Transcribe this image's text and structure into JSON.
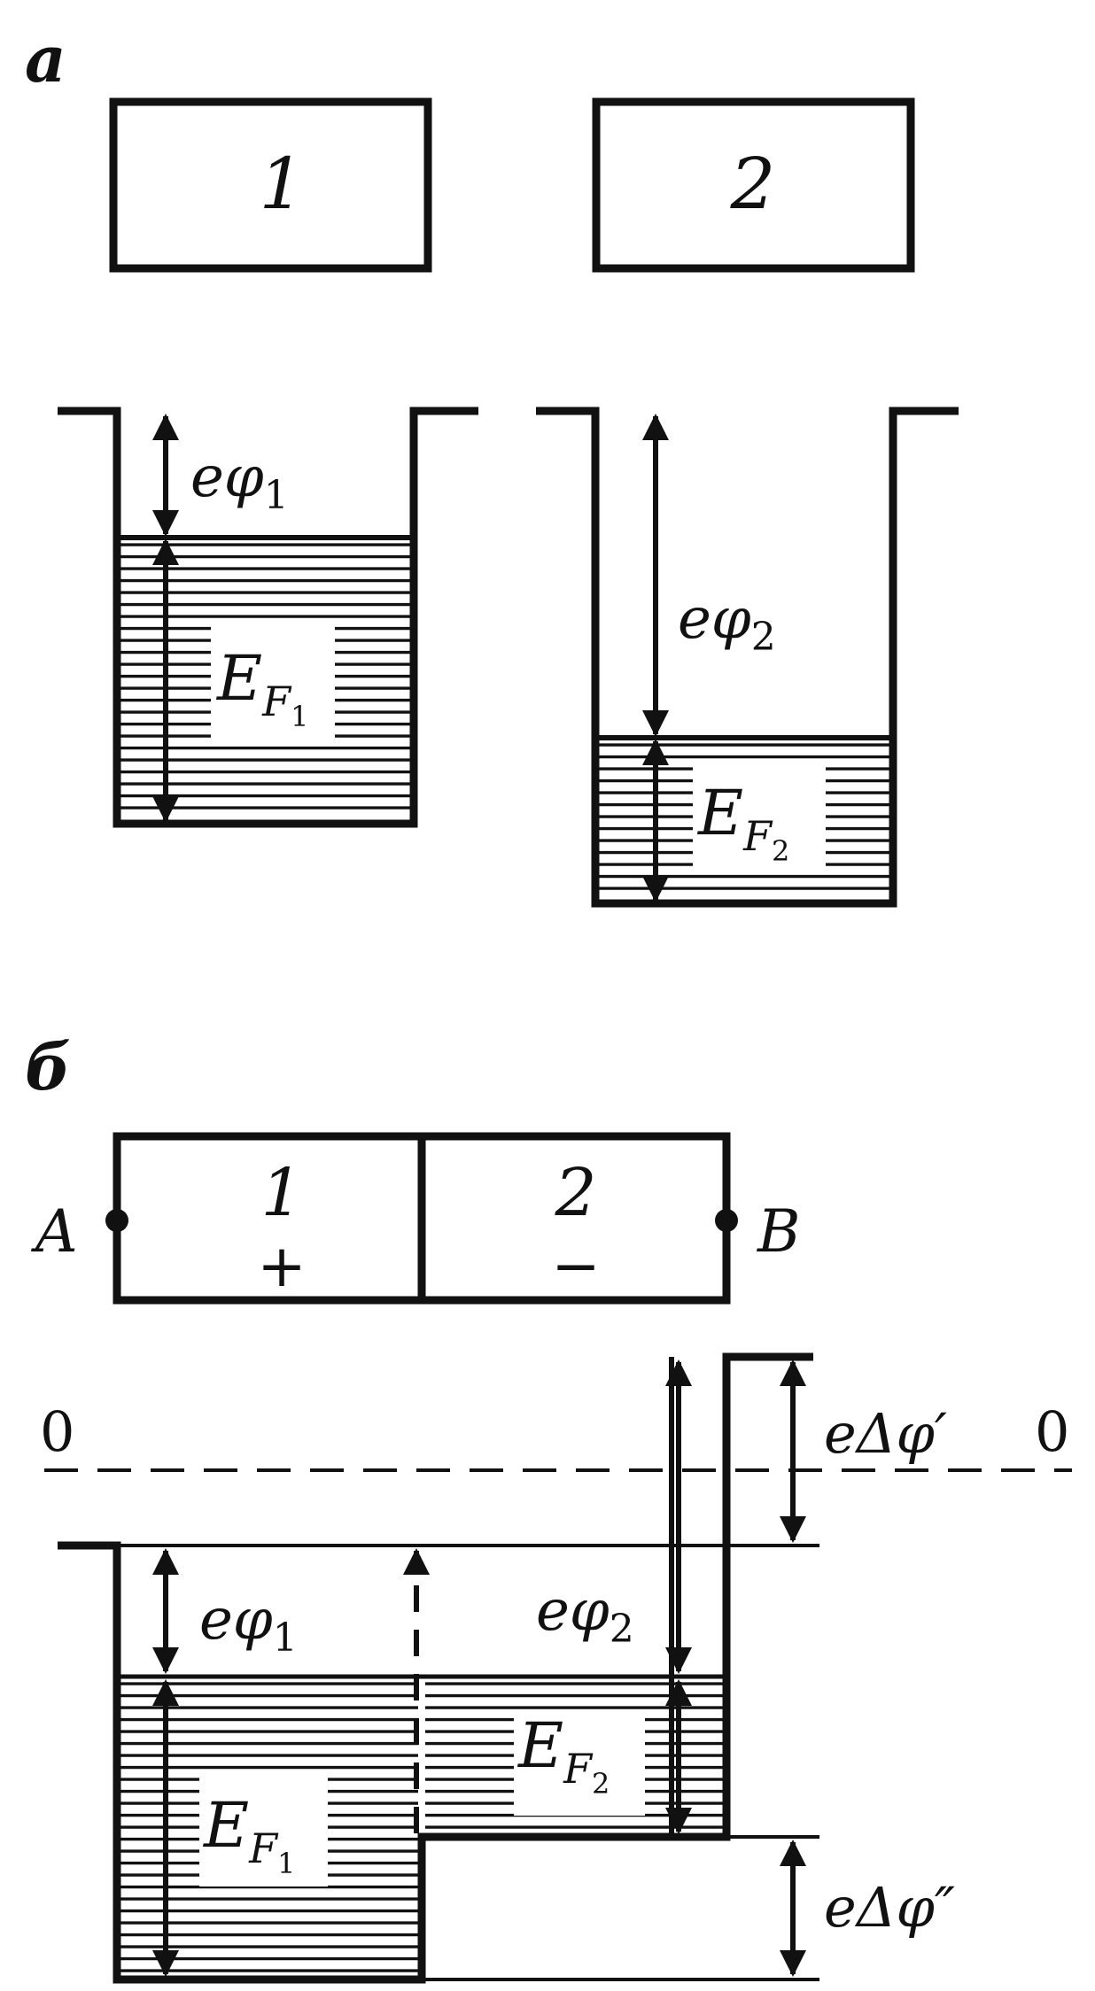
{
  "panel_a": {
    "label": "а",
    "metal_1": "1",
    "metal_2": "2",
    "work_function_1": {
      "main": "eφ",
      "sub": "1"
    },
    "work_function_2": {
      "main": "eφ",
      "sub": "2"
    },
    "fermi_1": {
      "main": "E",
      "sub": "F",
      "subsub": "1"
    },
    "fermi_2": {
      "main": "E",
      "sub": "F",
      "subsub": "2"
    }
  },
  "panel_b": {
    "label": "б",
    "metal_1": "1",
    "metal_2": "2",
    "sign_1": "+",
    "sign_2": "−",
    "terminal_a": "A",
    "terminal_b": "B",
    "zero_left": "0",
    "zero_right": "0",
    "delta_phi_prime": "eΔφ′",
    "delta_phi_double_prime": "eΔφ″",
    "work_function_1": {
      "main": "eφ",
      "sub": "1"
    },
    "work_function_2": {
      "main": "eφ",
      "sub": "2"
    },
    "fermi_1": {
      "main": "E",
      "sub": "F",
      "subsub": "1"
    },
    "fermi_2": {
      "main": "E",
      "sub": "F",
      "subsub": "2"
    }
  },
  "colors": {
    "ink": "#111111",
    "background": "#ffffff"
  }
}
